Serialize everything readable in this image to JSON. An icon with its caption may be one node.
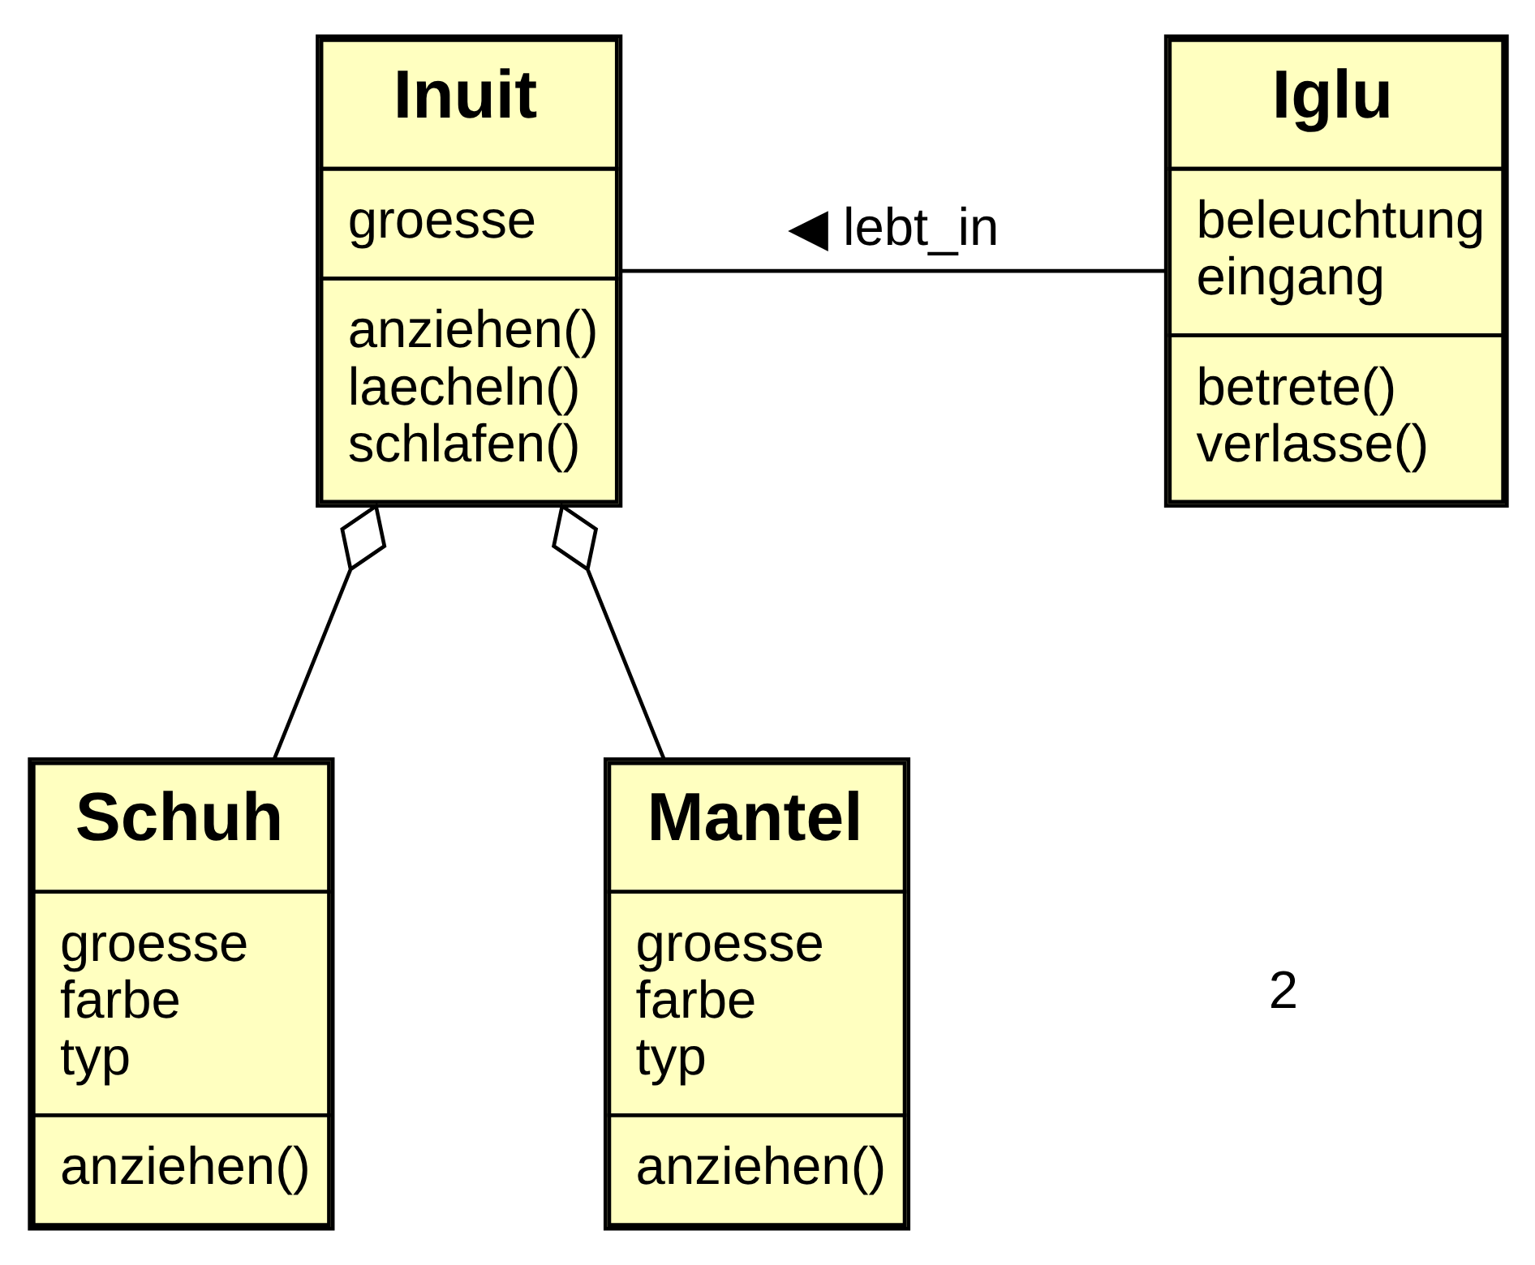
{
  "diagram": {
    "nodes": [
      {
        "text": [
          "Iglu",
          "beleuchtung eingang",
          "betrete() verlasse()"
        ]
      },
      {
        "text": [
          "Inuit",
          "groesse",
          "anziehen() laecheln() schlafen()"
        ]
      },
      {
        "text": [
          "Schuh",
          "groesse farbe typ",
          "anziehen()"
        ]
      },
      {
        "text": [
          "Mantel",
          "groesse farbe typ",
          "anziehen()"
        ]
      }
    ],
    "edges": [
      {
        "from": 1,
        "to": 0,
        "arrow": "none",
        "label": "◀ lebt_in"
      },
      {
        "from": 1,
        "to": 2,
        "arrow": "other"
      },
      {
        "from": 1,
        "to": 3,
        "arrow": "other"
      }
    ],
    "labels": [
      "2"
    ]
  }
}
